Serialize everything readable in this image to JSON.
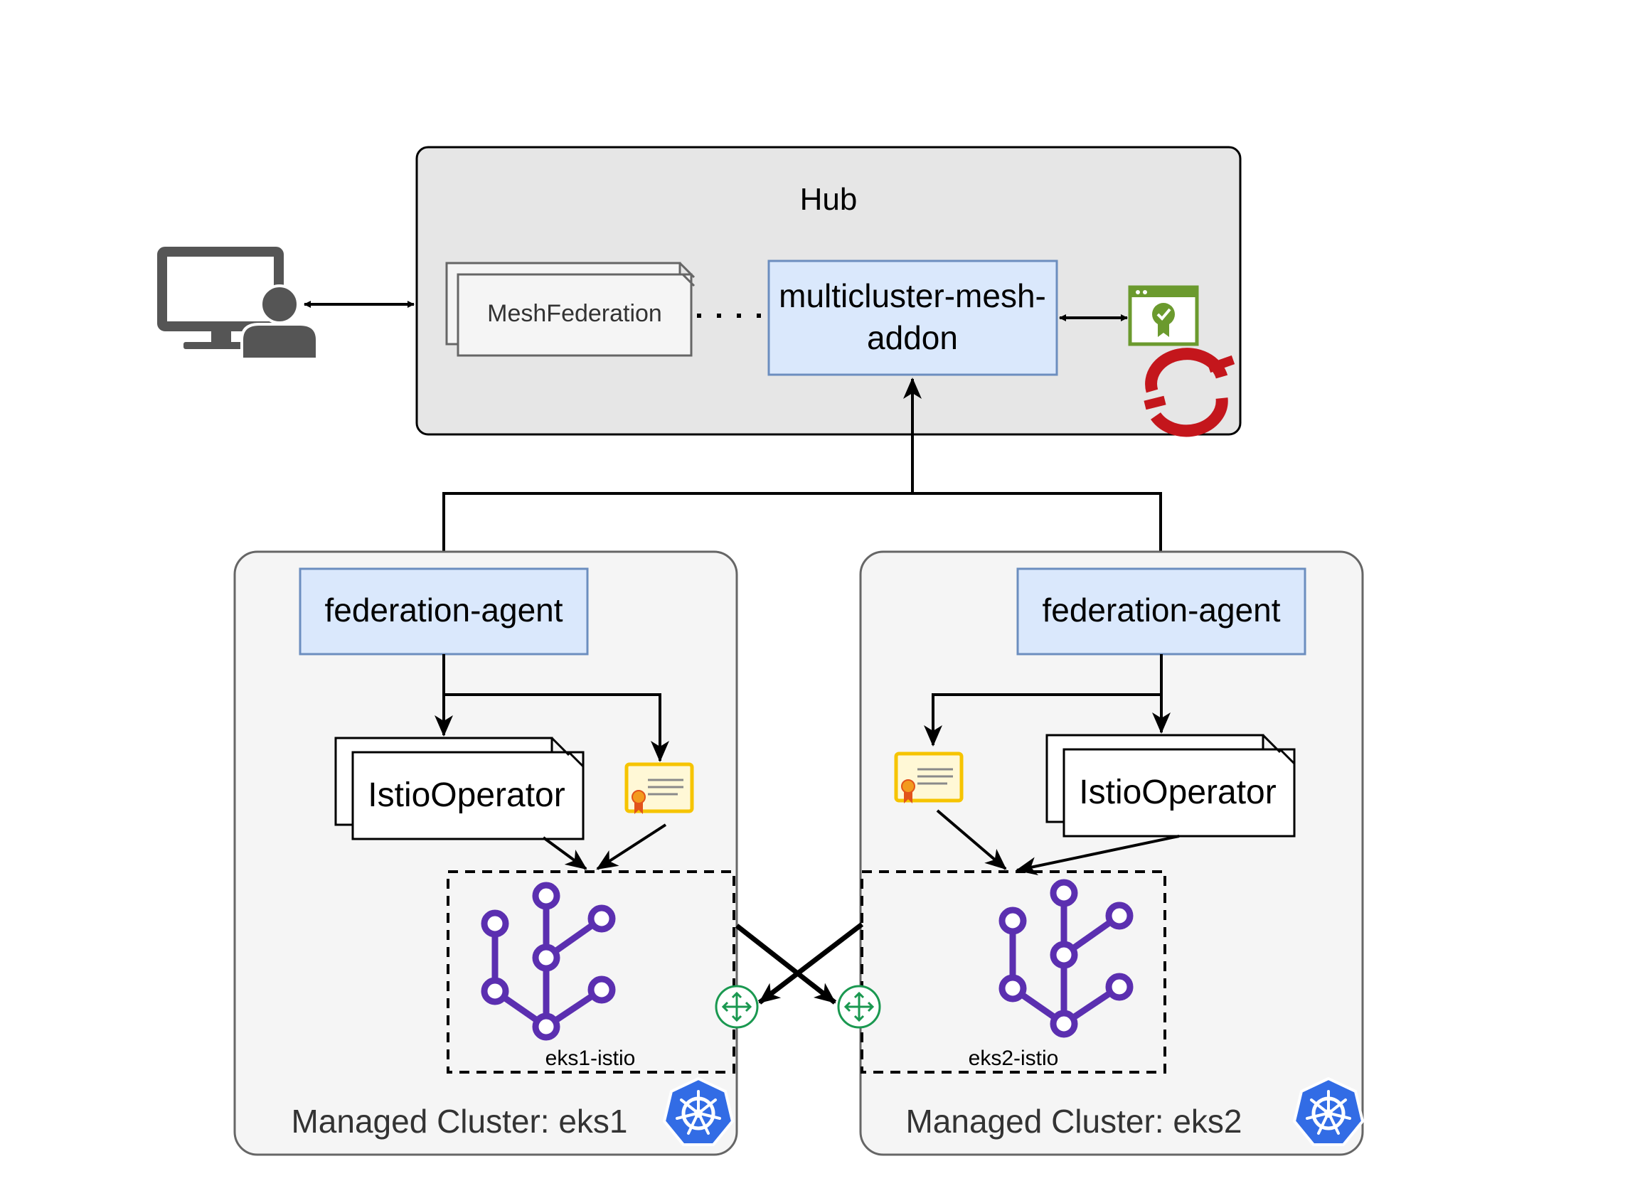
{
  "hub": {
    "title": "Hub",
    "meshfederation_label": "MeshFederation",
    "addon_line1": "multicluster-mesh-",
    "addon_line2": "addon"
  },
  "clusters": [
    {
      "agent_label": "federation-agent",
      "operator_label": "IstioOperator",
      "mesh_label": "eks1-istio",
      "cluster_label": "Managed Cluster: eks1"
    },
    {
      "agent_label": "federation-agent",
      "operator_label": "IstioOperator",
      "mesh_label": "eks2-istio",
      "cluster_label": "Managed Cluster: eks2"
    }
  ],
  "icons": {
    "user": "user-workstation-icon",
    "policy_certificate": "policy-certificate-icon",
    "openshift": "openshift-logo-icon",
    "certificate": "certificate-icon",
    "istio_mesh": "istio-mesh-icon",
    "gateway": "gateway-icon",
    "kubernetes": "kubernetes-logo-icon"
  },
  "colors": {
    "hub_fill": "#e6e6e6",
    "cluster_fill": "#f5f5f5",
    "component_fill": "#dae8fc",
    "component_stroke": "#6c8ebf",
    "mesh_purple": "#5b2fb0",
    "gateway_green": "#1a9850",
    "certificate_yellow": "#f6c400",
    "openshift_red": "#c4161c",
    "kubernetes_blue": "#326ce5",
    "policy_green": "#6b9a2e"
  }
}
